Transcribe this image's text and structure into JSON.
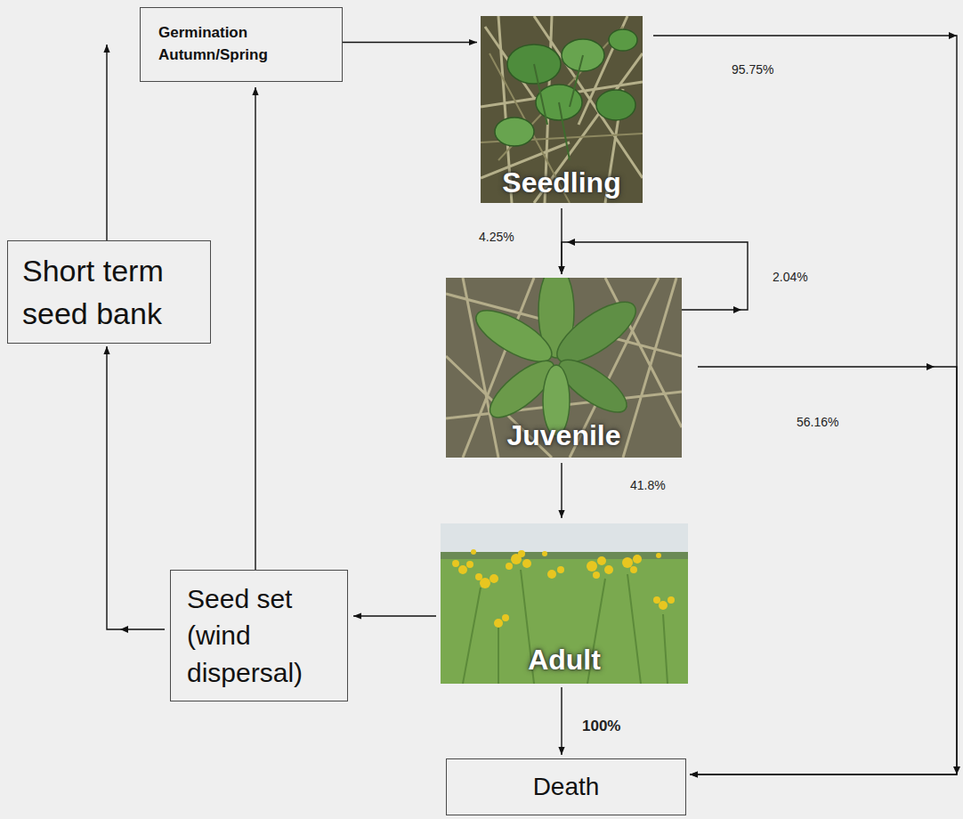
{
  "diagram": {
    "nodes": [
      {
        "text": [
          "Germination Autumn/Spring"
        ]
      },
      {
        "text": [
          "Seedling"
        ]
      },
      {
        "text": [
          "Short term seed bank"
        ]
      },
      {
        "text": [
          "Juvenile"
        ]
      },
      {
        "text": [
          "Seed set (wind dispersal)"
        ]
      },
      {
        "text": [
          "Adult"
        ]
      },
      {
        "text": [
          "Death"
        ]
      }
    ],
    "edges": [
      {
        "from": 0,
        "to": 1,
        "arrow": "to"
      },
      {
        "from": 1,
        "to": 6,
        "arrow": "to",
        "label": "95.75%"
      },
      {
        "from": 1,
        "to": 3,
        "arrow": "to",
        "label": "4.25%"
      },
      {
        "from": 3,
        "to": 3,
        "arrow": "to",
        "label": "2.04%"
      },
      {
        "from": 3,
        "to": 6,
        "arrow": "to",
        "label": "56.16%"
      },
      {
        "from": 3,
        "to": 5,
        "arrow": "to",
        "label": "41.8%"
      },
      {
        "from": 5,
        "to": 6,
        "arrow": "to",
        "label": "100%"
      },
      {
        "from": 5,
        "to": 4,
        "arrow": "to"
      },
      {
        "from": 4,
        "to": 2,
        "arrow": "to"
      },
      {
        "from": 2,
        "to": 0,
        "arrow": "to"
      },
      {
        "from": 4,
        "to": 0,
        "arrow": "to"
      }
    ]
  }
}
